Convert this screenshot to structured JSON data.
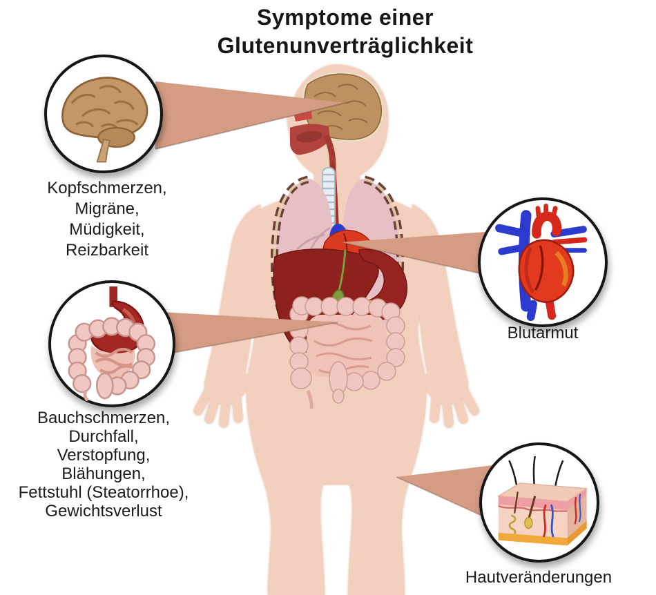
{
  "title": {
    "line1": "Symptome einer",
    "line2": "Glutenunverträglichkeit"
  },
  "callouts": [
    {
      "id": "brain",
      "icon": "brain-illustration",
      "symptoms": "Kopfschmerzen,\nMigräne,\nMüdigkeit,\nReizbarkeit"
    },
    {
      "id": "digestive-tract",
      "icon": "stomach-intestines-illustration",
      "symptoms": "Bauchschmerzen,\nDurchfall,\nVerstopfung,\nBlähungen,\nFettstuhl (Steatorrhoe),\nGewichtsverlust"
    },
    {
      "id": "heart",
      "icon": "heart-illustration",
      "symptoms": "Blutarmut"
    },
    {
      "id": "skin",
      "icon": "skin-cross-section-illustration",
      "symptoms": "Hautveränderungen"
    }
  ],
  "figure_icon": "human-body-with-organs-illustration",
  "colors": {
    "background": "#ffffff",
    "text": "#1b1b1b",
    "pointer_wedge": "#d59c84",
    "skin_tone": "#f3d0bd",
    "circle_border": "#161616",
    "lung_pink": "#e7c0c6",
    "organ_dark_red": "#8c211d",
    "intestine_pink": "#f0c6c0"
  }
}
